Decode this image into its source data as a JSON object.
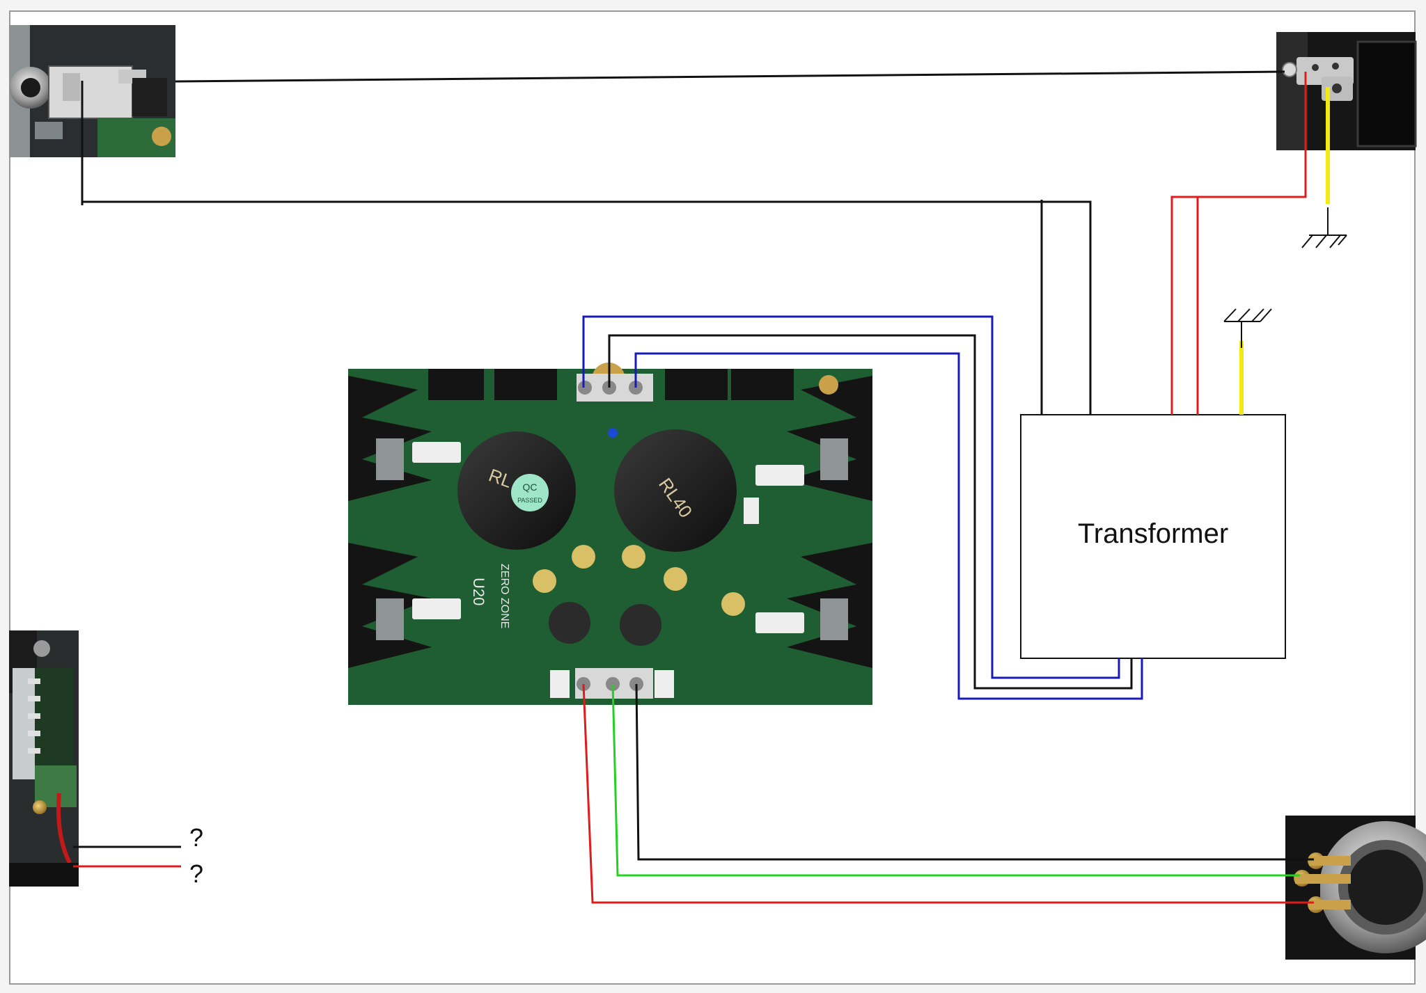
{
  "diagram": {
    "transformer_label": "Transformer",
    "unknown_labels": [
      "?",
      "?"
    ],
    "board_markings": {
      "cap_left": "RL",
      "cap_right": "RL40",
      "qc_sticker_line1": "QC",
      "qc_sticker_line2": "PASSED",
      "brand": "ZERO ZONE",
      "model": "U20"
    },
    "wire_colors": {
      "black": "#111111",
      "red": "#e01b1b",
      "blue": "#1a1ab8",
      "green": "#22d122",
      "yellow": "#f2ea10",
      "ground": "#111111"
    },
    "components": [
      {
        "name": "headphone-jack-photo"
      },
      {
        "name": "iec-power-inlet-photo"
      },
      {
        "name": "power-supply-board-photo"
      },
      {
        "name": "transformer-box"
      },
      {
        "name": "power-switch-photo"
      },
      {
        "name": "dc-output-connector-photo"
      }
    ]
  }
}
